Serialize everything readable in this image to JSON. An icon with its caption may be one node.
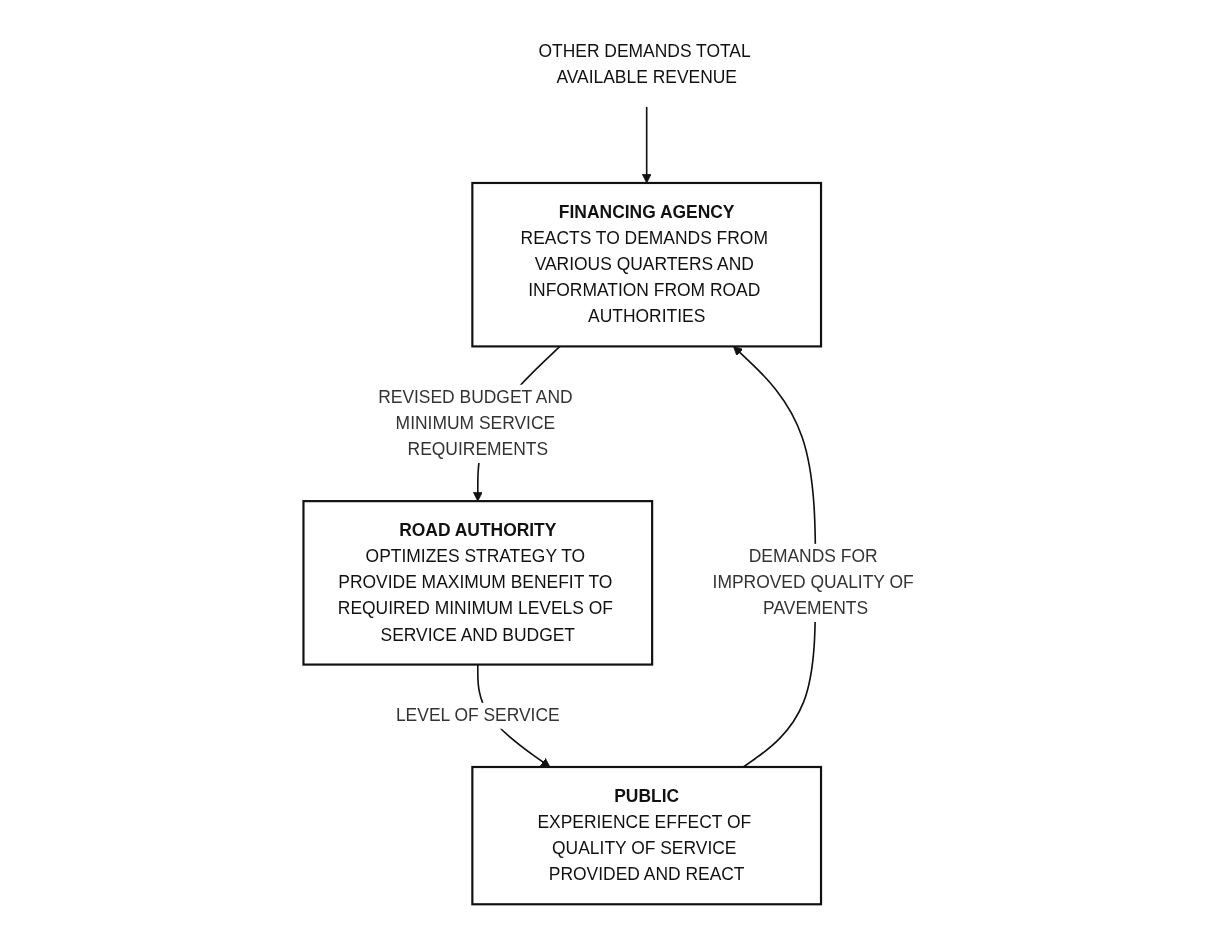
{
  "diagram": {
    "nodes": [
      {
        "text": [
          "OTHER DEMANDS TOTAL AVAILABLE REVENUE"
        ]
      },
      {
        "text": [
          "FINANCING AGENCY",
          "REACTS TO DEMANDS FROM VARIOUS QUARTERS AND INFORMATION FROM ROAD AUTHORITIES"
        ]
      },
      {
        "text": [
          "ROAD AUTHORITY",
          "OPTIMIZES STRATEGY TO PROVIDE MAXIMUM BENEFIT TO REQUIRED MINIMUM LEVELS OF SERVICE AND BUDGET"
        ]
      },
      {
        "text": [
          "PUBLIC",
          "EXPERIENCE EFFECT OF QUALITY OF SERVICE PROVIDED AND REACT"
        ]
      }
    ],
    "edges": [
      {
        "from": 0,
        "to": 1,
        "arrow": "to"
      },
      {
        "from": 1,
        "to": 2,
        "arrow": "to",
        "label": "REVISED BUDGET AND MINIMUM SERVICE REQUIREMENTS"
      },
      {
        "from": 2,
        "to": 3,
        "arrow": "to",
        "label": "LEVEL OF SERVICE"
      },
      {
        "from": 3,
        "to": 1,
        "arrow": "to",
        "label": "DEMANDS FOR IMPROVED QUALITY OF PAVEMENTS"
      }
    ]
  }
}
